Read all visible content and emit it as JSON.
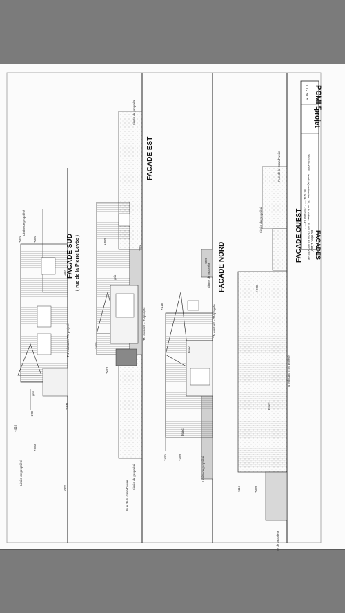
{
  "sheet": {
    "cartouche": {
      "sheet_code": "PCMI 5",
      "projet": "projet",
      "date": "11.12.2015",
      "title": "FACADES",
      "scale": "Echelle : 1/100°",
      "address": "TRESSANGES - Lieu-dit (la) verdonnière - 26, rue du château - 85 000 ST GILLES CROIX DE VIE",
      "contact": "Tél. 02 51 ·· ·· ·· - 07 Fax 02 51 ·· ·· ··"
    },
    "facades": {
      "sud_title": "FACADE SUD",
      "sud_subtitle": "( rue de la Pierre Levée )",
      "est_title": "FACADE EST",
      "nord_title": "FACADE NORD",
      "ouest_title": "FACADE OUEST"
    },
    "labels": {
      "limite": "Limite de propriété",
      "rue_grand": "Rue de la Grand' voile",
      "tn": "TN existant = TN projeté",
      "l391": "+391",
      "l380": "+380",
      "l416": "+416",
      "l270": "+270",
      "l000": "±000",
      "l002": "-002",
      "blanc": "blanc",
      "gris": "gris"
    }
  }
}
